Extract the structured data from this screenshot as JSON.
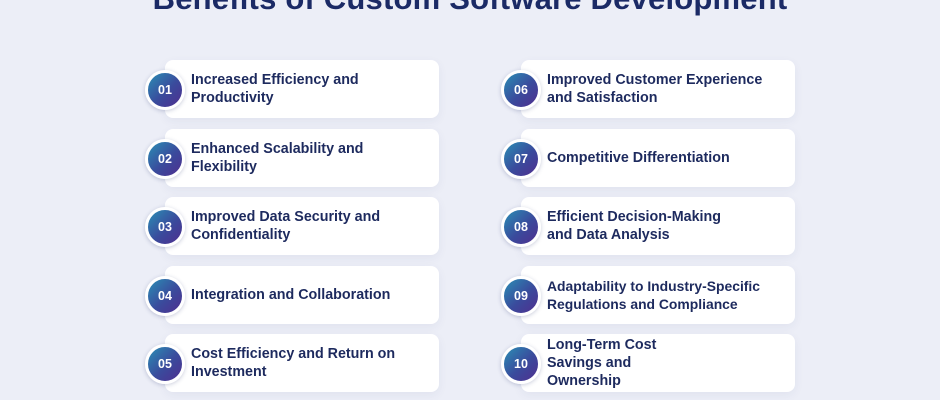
{
  "title": "Benefits of Custom Software Development",
  "benefits": [
    {
      "number": "01",
      "text": "Increased Efficiency and Productivity"
    },
    {
      "number": "02",
      "text": "Enhanced Scalability and Flexibility"
    },
    {
      "number": "03",
      "text": "Improved Data Security and Confidentiality"
    },
    {
      "number": "04",
      "text": "Integration and Collaboration"
    },
    {
      "number": "05",
      "text": "Cost Efficiency and Return on Investment"
    },
    {
      "number": "06",
      "text": "Improved Customer Experience and Satisfaction"
    },
    {
      "number": "07",
      "text": "Competitive Differentiation"
    },
    {
      "number": "08",
      "text": "Efficient Decision-Making and Data Analysis"
    },
    {
      "number": "09",
      "text": "Adaptability to Industry-Specific Regulations and Compliance"
    },
    {
      "number": "10",
      "text": "Long-Term Cost Savings and Ownership"
    }
  ],
  "colors": {
    "background": "#eceef7",
    "title": "#1b2a66",
    "card_text": "#1d2a5e",
    "badge_gradient_start": "#2a8fb5",
    "badge_gradient_end": "#4f2e8f"
  }
}
